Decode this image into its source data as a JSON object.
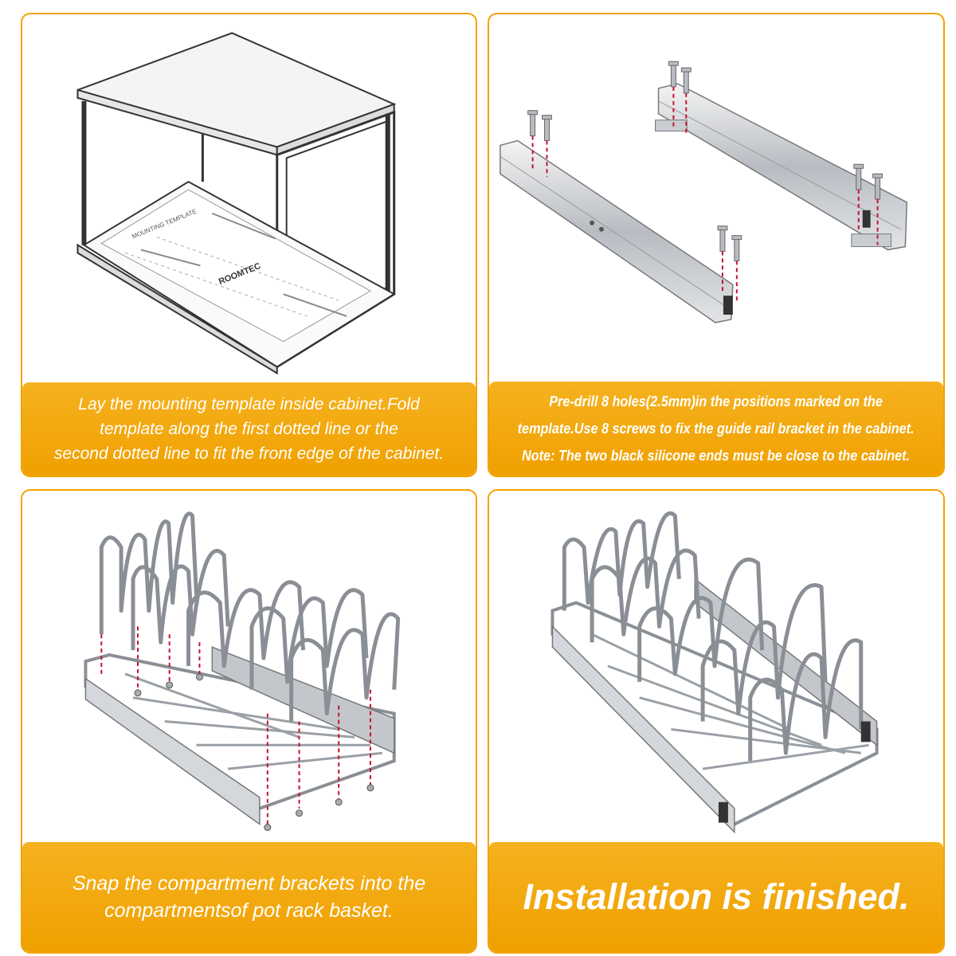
{
  "panels": [
    {
      "id": "step-1",
      "caption_lines": [
        "Lay the mounting template inside cabinet.Fold",
        "template along the first dotted line or the",
        "second dotted line to fit the front edge of the cabinet."
      ],
      "template_labels": {
        "title": "MOUNTING TEMPLATE",
        "brand": "ROOMTEC"
      }
    },
    {
      "id": "step-2",
      "caption_lines": [
        "Pre-drill 8 holes(2.5mm)in the positions marked on the",
        "template.Use 8 screws to fix the guide rail bracket in the cabinet.",
        "Note: The two black silicone ends must be close to the cabinet."
      ]
    },
    {
      "id": "step-3",
      "caption_lines": [
        "Snap the compartment brackets into the",
        "compartmentsof pot rack basket."
      ]
    },
    {
      "id": "step-4",
      "caption_lines": [
        "Installation is finished."
      ]
    }
  ],
  "colors": {
    "accent": "#f0a000",
    "frame": "#f2a300",
    "caption_text": "#ffffff",
    "guide_line": "#c8102e",
    "steel": "#b8bcc2"
  }
}
